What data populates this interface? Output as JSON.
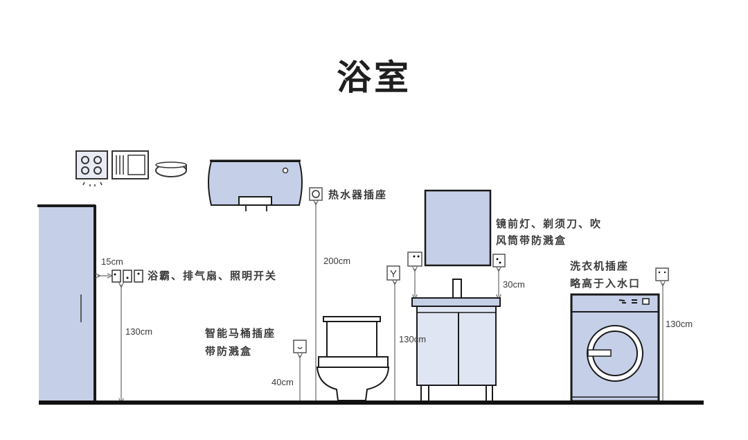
{
  "title": "浴室",
  "colors": {
    "fixture_fill": "#c5cfe8",
    "line": "#1a1a1a",
    "floor": "#111111",
    "background": "#ffffff",
    "dimension_line": "#666666"
  },
  "ceiling_devices": [
    {
      "name": "bath-heater-icon",
      "label": ""
    },
    {
      "name": "exhaust-fan-icon",
      "label": ""
    },
    {
      "name": "ceiling-light-icon",
      "label": ""
    }
  ],
  "labels": {
    "water_heater_socket": "热水器插座",
    "switches": "浴霸、排气扇、照明开关",
    "toilet_line1": "智能马桶插座",
    "toilet_line2": "带防溅盒",
    "mirror_line1": "镜前灯、剃须刀、吹",
    "mirror_line2": "风筒带防溅盒",
    "washer_line1": "洗衣机插座",
    "washer_line2": "略高于入水口"
  },
  "dimensions": {
    "switch_offset": "15cm",
    "switch_height": "130cm",
    "water_heater_height": "200cm",
    "toilet_socket_height": "40cm",
    "vanity_socket_height": "130cm",
    "mirror_socket_above_vanity": "30cm",
    "washer_socket_height": "130cm"
  }
}
